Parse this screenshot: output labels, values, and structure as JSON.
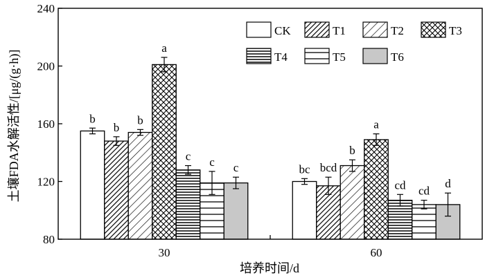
{
  "chart_data": {
    "type": "bar",
    "xlabel": "培养时间/d",
    "ylabel": "土壤FDA水解活性/[μg/(g·h)]",
    "ylim": [
      80,
      240
    ],
    "yticks": [
      80,
      120,
      160,
      200,
      240
    ],
    "categories": [
      "30",
      "60"
    ],
    "legend_position": "top-right",
    "grid": false,
    "series": [
      {
        "name": "CK",
        "pattern": "solid-white",
        "values": [
          155,
          120
        ],
        "errors": [
          2,
          2
        ],
        "labels": [
          "b",
          "bc"
        ]
      },
      {
        "name": "T1",
        "pattern": "dense-diagonal",
        "values": [
          148,
          117
        ],
        "errors": [
          3,
          6
        ],
        "labels": [
          "b",
          "bcd"
        ]
      },
      {
        "name": "T2",
        "pattern": "sparse-diagonal",
        "values": [
          154,
          131
        ],
        "errors": [
          2,
          4
        ],
        "labels": [
          "b",
          "b"
        ]
      },
      {
        "name": "T3",
        "pattern": "crosshatch",
        "values": [
          201,
          149
        ],
        "errors": [
          5,
          4
        ],
        "labels": [
          "a",
          "a"
        ]
      },
      {
        "name": "T4",
        "pattern": "dense-horizontal",
        "values": [
          128,
          107
        ],
        "errors": [
          3,
          4
        ],
        "labels": [
          "c",
          "cd"
        ]
      },
      {
        "name": "T5",
        "pattern": "sparse-horizontal",
        "values": [
          119,
          104
        ],
        "errors": [
          8,
          3
        ],
        "labels": [
          "c",
          "cd"
        ]
      },
      {
        "name": "T6",
        "pattern": "gray-solid",
        "values": [
          119,
          104
        ],
        "errors": [
          4,
          8
        ],
        "labels": [
          "c",
          "d"
        ]
      }
    ]
  }
}
